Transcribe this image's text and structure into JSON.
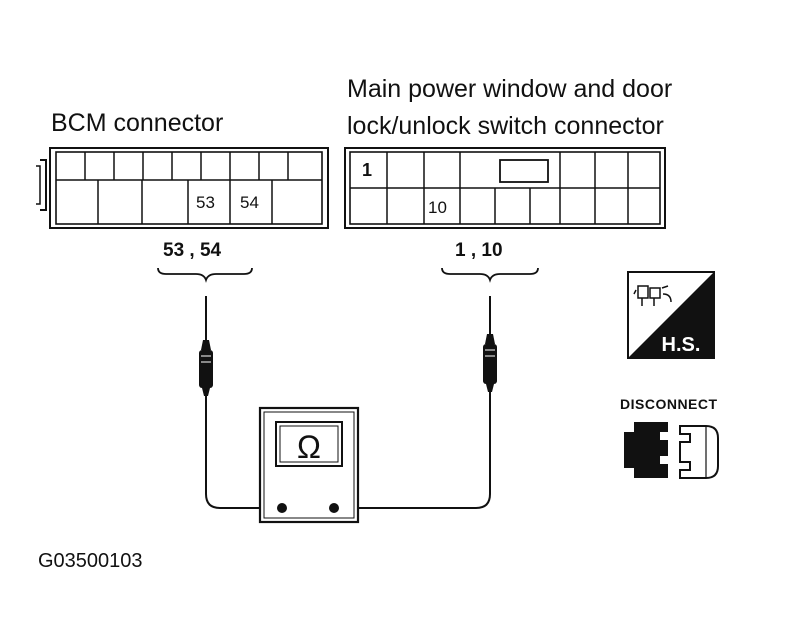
{
  "bcm_connector": {
    "title": "BCM connector",
    "terminal_53": "53",
    "terminal_54": "54",
    "probe_terminals": "53 , 54"
  },
  "switch_connector": {
    "title_line1": "Main power window and door",
    "title_line2": "lock/unlock switch connector",
    "terminal_1": "1",
    "terminal_10": "10",
    "probe_terminals": "1 , 10"
  },
  "ohmmeter": {
    "symbol": "Ω",
    "icon": "ohmmeter-icon"
  },
  "harness_side_badge": {
    "text": "H.S.",
    "icon": "harness-side-icon"
  },
  "disconnect_badge": {
    "text": "DISCONNECT",
    "icon": "disconnect-connector-icon"
  },
  "figure_id": "G03500103",
  "colors": {
    "ink": "#111111",
    "paper": "#ffffff"
  }
}
